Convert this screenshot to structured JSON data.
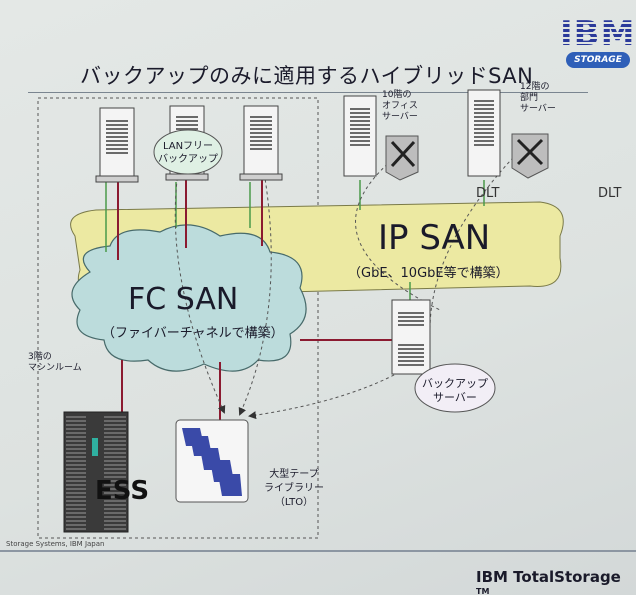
{
  "slide": {
    "title": "バックアップのみに適用するハイブリッドSAN",
    "logo_text": "IBM",
    "logo_badge": "STORAGE",
    "footnote": "Storage Systems, IBM Japan",
    "footer": "IBM TotalStorage",
    "footer_mark": "TM"
  },
  "diagram": {
    "ip_san": {
      "title": "IP SAN",
      "subtitle": "（GbE、10GbE等で構築）"
    },
    "fc_san": {
      "title": "FC SAN",
      "subtitle": "（ファイバーチャネルで構築）"
    },
    "lan_free": "LANフリー\nバックアップ",
    "backup_server": "バックアップ\nサーバー",
    "floor10_server": "10階の\nオフィス\nサーバー",
    "floor12_server": "12階の\n部門\nサーバー",
    "dlt_left": "DLT",
    "dlt_right": "DLT",
    "machine_room": "3階の\nマシンルーム",
    "ess": "ESS",
    "tape_library": "大型テープ\nライブラリー\n（LTO）"
  },
  "colors": {
    "ip_san_fill": "#ece9a2",
    "fc_san_fill": "#bcdcdc",
    "link_red": "#8b1a30",
    "link_green": "#4a9a4a",
    "tape_blue": "#3a4aa8"
  }
}
